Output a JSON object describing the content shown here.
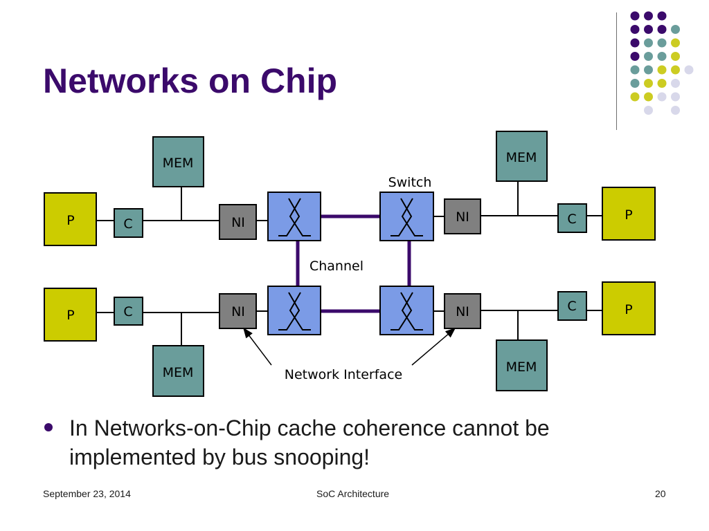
{
  "slide": {
    "title": "Networks on Chip",
    "bullet": "In Networks-on-Chip cache coherence cannot be implemented by bus snooping!",
    "footer": {
      "date": "September 23, 2014",
      "course": "SoC Architecture",
      "page": "20"
    }
  },
  "colors": {
    "title": "#3b0a6b",
    "mem": "#6a9d9b",
    "cache": "#6a9d9b",
    "processor": "#cccc00",
    "ni": "#808080",
    "switch": "#7b9be6",
    "channel": "#3b0a6b",
    "dot_purple": "#3b0a6b",
    "dot_teal": "#6a9d9b",
    "dot_yellow": "#cccc22",
    "dot_lavender": "#d8d8ea"
  },
  "dot_grid": [
    [
      "purple",
      "purple",
      "purple",
      "",
      ""
    ],
    [
      "purple",
      "purple",
      "purple",
      "teal",
      ""
    ],
    [
      "purple",
      "teal",
      "teal",
      "yellow",
      ""
    ],
    [
      "purple",
      "teal",
      "teal",
      "yellow",
      ""
    ],
    [
      "teal",
      "teal",
      "yellow",
      "yellow",
      "lavender"
    ],
    [
      "teal",
      "yellow",
      "yellow",
      "lavender",
      ""
    ],
    [
      "yellow",
      "yellow",
      "lavender",
      "lavender",
      ""
    ],
    [
      "",
      "lavender",
      "",
      "lavender",
      ""
    ]
  ],
  "diagram": {
    "labels": {
      "mem": "MEM",
      "cache": "C",
      "processor": "P",
      "ni": "NI",
      "switch": "Switch",
      "channel": "Channel",
      "network_interface": "Network Interface"
    }
  }
}
